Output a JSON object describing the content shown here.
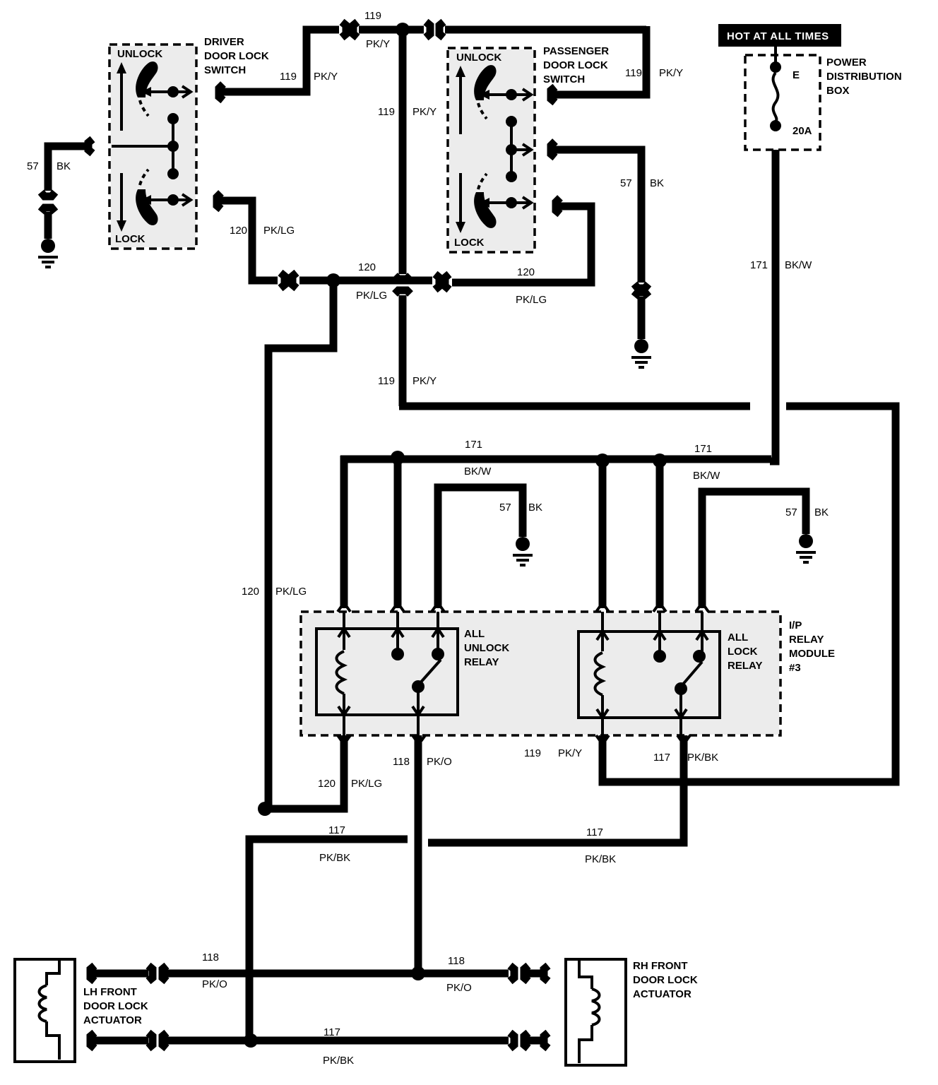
{
  "hot_label": "HOT AT ALL TIMES",
  "components": {
    "driver_switch": [
      "DRIVER",
      "DOOR LOCK",
      "SWITCH"
    ],
    "passenger_switch": [
      "PASSENGER",
      "DOOR LOCK",
      "SWITCH"
    ],
    "power_box": [
      "POWER",
      "DISTRIBUTION",
      "BOX"
    ],
    "fuse_id": "E",
    "fuse_rating": "20A",
    "relay_module": [
      "I/P",
      "RELAY",
      "MODULE",
      "#3"
    ],
    "unlock_relay": [
      "ALL",
      "UNLOCK",
      "RELAY"
    ],
    "lock_relay": [
      "ALL",
      "LOCK",
      "RELAY"
    ],
    "lh_actuator": [
      "LH FRONT",
      "DOOR LOCK",
      "ACTUATOR"
    ],
    "rh_actuator": [
      "RH FRONT",
      "DOOR LOCK",
      "ACTUATOR"
    ],
    "unlock": "UNLOCK",
    "lock": "LOCK"
  },
  "circuits": {
    "c119": "119",
    "pk_y": "PK/Y",
    "c120": "120",
    "pk_lg": "PK/LG",
    "c57": "57",
    "bk": "BK",
    "c171": "171",
    "bk_w": "BK/W",
    "c117": "117",
    "pk_bk": "PK/BK",
    "c118": "118",
    "pk_o": "PK/O"
  }
}
